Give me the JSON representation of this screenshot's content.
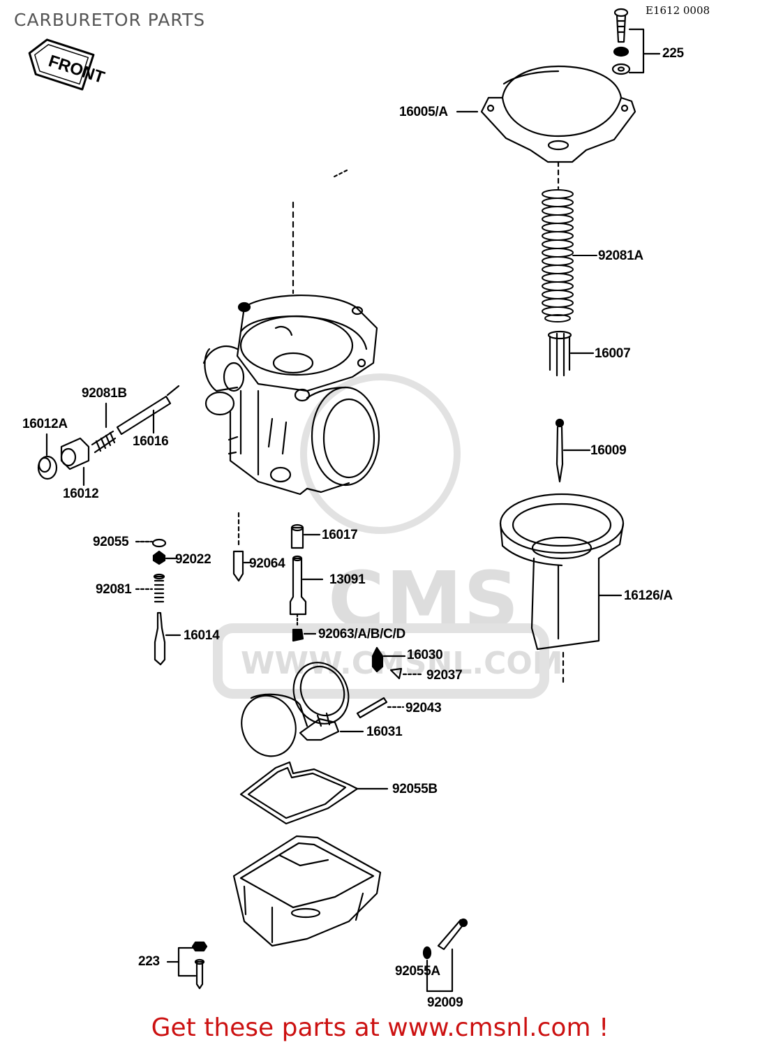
{
  "title": "CARBURETOR PARTS",
  "diagram_code": "E1612 0008",
  "front_label": "FRONT",
  "footer": "Get these parts at www.cmsnl.com !",
  "watermark": {
    "logo": "CMS",
    "url": "WWW.CMSNL.COM"
  },
  "parts": [
    {
      "id": "225",
      "label": "225"
    },
    {
      "id": "16005A",
      "label": "16005/A"
    },
    {
      "id": "92081A",
      "label": "92081A"
    },
    {
      "id": "16007",
      "label": "16007"
    },
    {
      "id": "16009",
      "label": "16009"
    },
    {
      "id": "16126A",
      "label": "16126/A"
    },
    {
      "id": "92081B",
      "label": "92081B"
    },
    {
      "id": "16012A",
      "label": "16012A"
    },
    {
      "id": "16016",
      "label": "16016"
    },
    {
      "id": "16012",
      "label": "16012"
    },
    {
      "id": "92055",
      "label": "92055"
    },
    {
      "id": "92022",
      "label": "92022"
    },
    {
      "id": "92064",
      "label": "92064"
    },
    {
      "id": "16017",
      "label": "16017"
    },
    {
      "id": "13091",
      "label": "13091"
    },
    {
      "id": "92081",
      "label": "92081"
    },
    {
      "id": "16014",
      "label": "16014"
    },
    {
      "id": "92063",
      "label": "92063/A/B/C/D"
    },
    {
      "id": "16030",
      "label": "16030"
    },
    {
      "id": "92037",
      "label": "92037"
    },
    {
      "id": "92043",
      "label": "92043"
    },
    {
      "id": "16031",
      "label": "16031"
    },
    {
      "id": "92055B",
      "label": "92055B"
    },
    {
      "id": "223",
      "label": "223"
    },
    {
      "id": "92055A",
      "label": "92055A"
    },
    {
      "id": "92009",
      "label": "92009"
    }
  ]
}
